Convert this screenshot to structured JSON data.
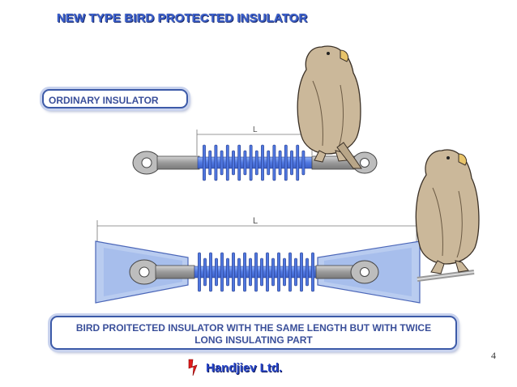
{
  "title": "NEW TYPE BIRD PROTECTED INSULATOR",
  "ordinary_label": "ORDINARY INSULATOR",
  "bird_label_line1": "BIRD PROITECTED INSULATOR WITH THE SAME LENGTH BUT WITH TWICE",
  "bird_label_line2": "LONG INSULATING PART",
  "dim_label_top": "L",
  "dim_label_bottom": "L",
  "page_number": "4",
  "logo_text": "Handjiev Ltd.",
  "colors": {
    "title": "#3a5fcd",
    "insulator_blue": "#5b82e6",
    "rod_gray": "#a9a9a9",
    "bird": "#cbb89a",
    "shield": "#b9ccf0"
  }
}
